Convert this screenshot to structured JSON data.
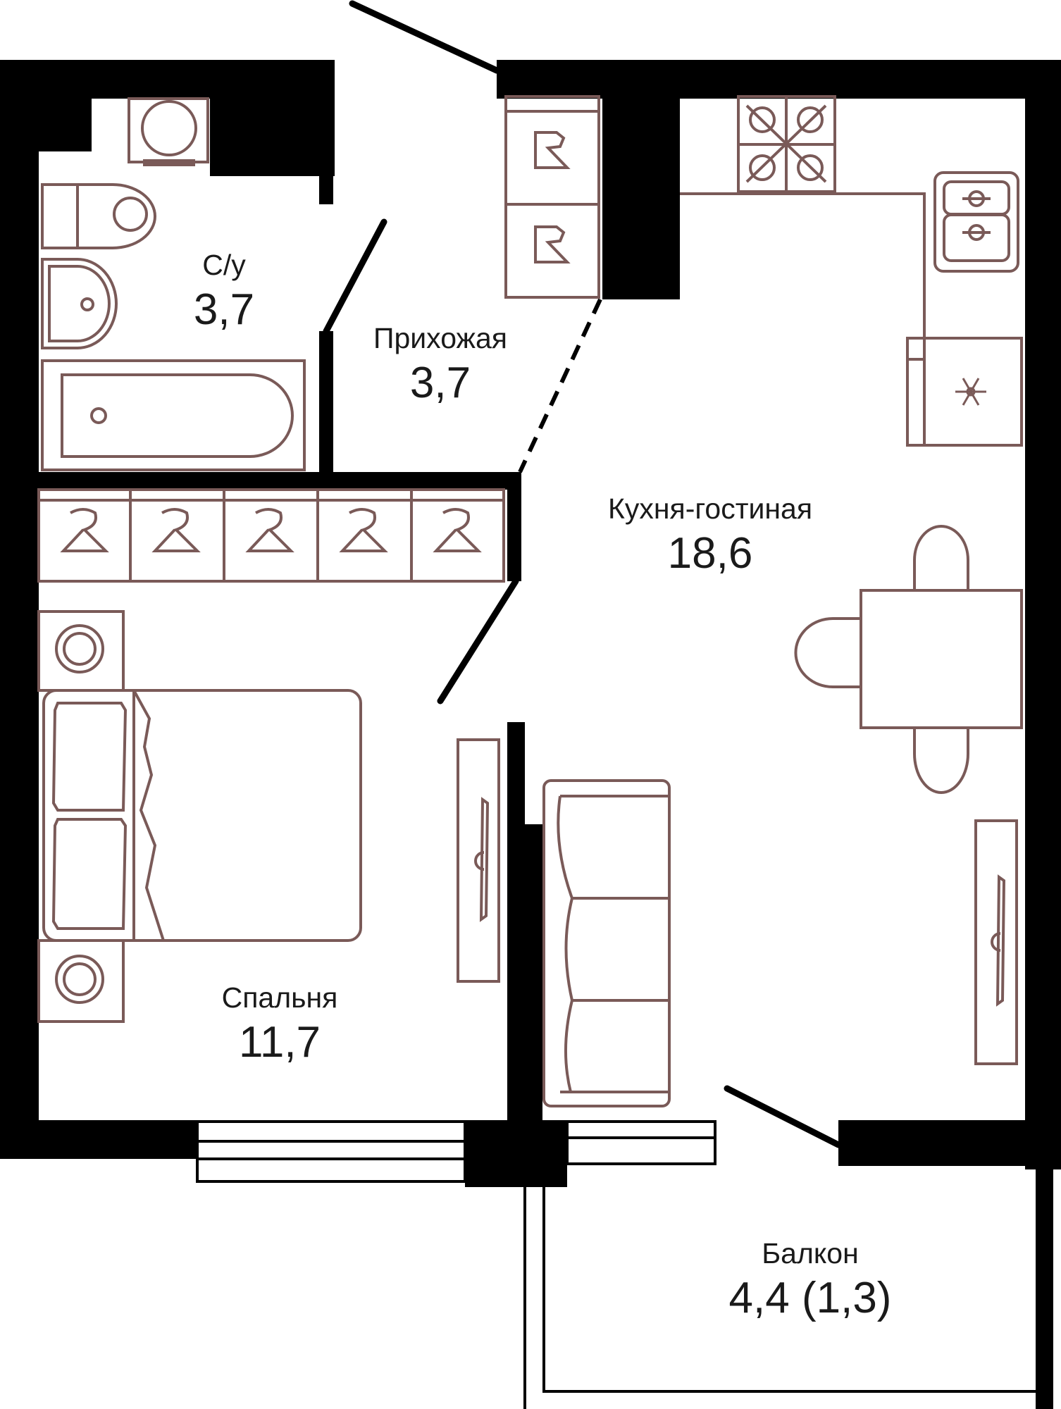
{
  "rooms": {
    "bathroom": {
      "name": "С/у",
      "area": "3,7"
    },
    "hallway": {
      "name": "Прихожая",
      "area": "3,7"
    },
    "kitchen_living": {
      "name": "Кухня-гостиная",
      "area": "18,6"
    },
    "bedroom": {
      "name": "Спальня",
      "area": "11,7"
    },
    "balcony": {
      "name": "Балкон",
      "area": "4,4 (1,3)"
    }
  },
  "colors": {
    "wall": "#000000",
    "furniture": "#7a5a58",
    "background": "#ffffff",
    "text": "#1a1a1a"
  },
  "icons": [
    "washing-machine-icon",
    "toilet-icon",
    "sink-icon",
    "bathtub-icon",
    "hanger-icon",
    "stove-icon",
    "kitchen-sink-icon",
    "fridge-icon",
    "dining-table-icon",
    "chair-icon",
    "bed-icon",
    "nightstand-icon",
    "tv-icon",
    "sofa-icon"
  ]
}
